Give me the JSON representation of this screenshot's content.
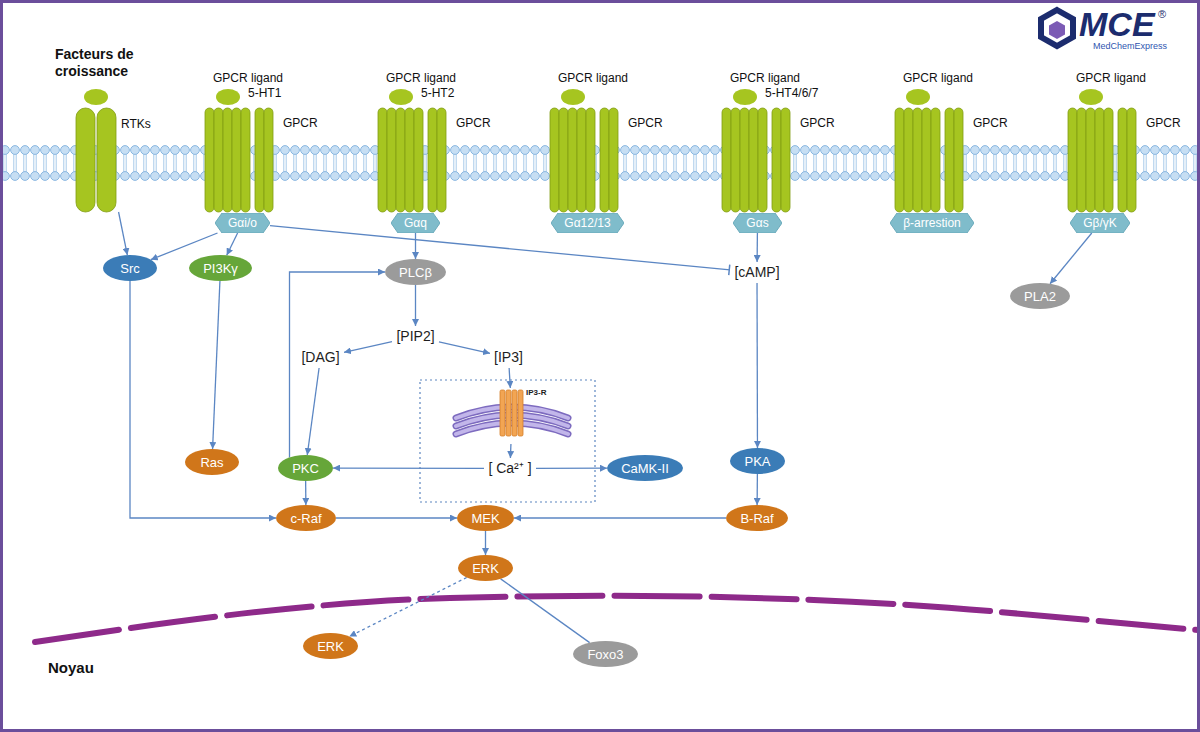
{
  "diagram": {
    "nodes": [
      {
        "text": [
          "Facteurs de croissance",
          "RTKs"
        ]
      },
      {
        "text": [
          "GPCR ligand",
          "5-HT1",
          "GPCR"
        ]
      },
      {
        "text": [
          "GPCR ligand",
          "5-HT2",
          "GPCR"
        ]
      },
      {
        "text": [
          "GPCR ligand",
          "GPCR"
        ]
      },
      {
        "text": [
          "GPCR ligand",
          "5-HT4/6/7",
          "GPCR"
        ]
      },
      {
        "text": [
          "GPCR ligand",
          "GPCR"
        ]
      },
      {
        "text": [
          "GPCR ligand",
          "GPCR"
        ]
      },
      {
        "text": [
          "Gαi/o"
        ]
      },
      {
        "text": [
          "Gαq"
        ]
      },
      {
        "text": [
          "Gα12/13"
        ]
      },
      {
        "text": [
          "Gαs"
        ]
      },
      {
        "text": [
          "β-arrestion"
        ]
      },
      {
        "text": [
          "Gβ/γK"
        ]
      },
      {
        "text": [
          "Src"
        ]
      },
      {
        "text": [
          "PI3Kγ"
        ]
      },
      {
        "text": [
          "PLCβ"
        ]
      },
      {
        "text": [
          "[cAMP]"
        ]
      },
      {
        "text": [
          "PLA2"
        ]
      },
      {
        "text": [
          "[PIP2]"
        ]
      },
      {
        "text": [
          "[DAG]"
        ]
      },
      {
        "text": [
          "[IP3]"
        ]
      },
      {
        "text": [
          "IP3-R"
        ]
      },
      {
        "text": [
          "Ras"
        ]
      },
      {
        "text": [
          "PKC"
        ]
      },
      {
        "text": [
          "[ Ca²⁺ ]"
        ]
      },
      {
        "text": [
          "CaMK-II"
        ]
      },
      {
        "text": [
          "PKA"
        ]
      },
      {
        "text": [
          "c-Raf"
        ]
      },
      {
        "text": [
          "MEK"
        ]
      },
      {
        "text": [
          "B-Raf"
        ]
      },
      {
        "text": [
          "ERK"
        ]
      },
      {
        "text": [
          "ERK"
        ]
      },
      {
        "text": [
          "Foxo3"
        ]
      }
    ],
    "edges": [
      {
        "from": 0,
        "to": 13,
        "arrow": "to"
      },
      {
        "from": 7,
        "to": 13,
        "arrow": "to"
      },
      {
        "from": 7,
        "to": 14,
        "arrow": "to"
      },
      {
        "from": 7,
        "to": 16,
        "arrow": "to"
      },
      {
        "from": 8,
        "to": 15,
        "arrow": "to"
      },
      {
        "from": 10,
        "to": 16,
        "arrow": "to"
      },
      {
        "from": 12,
        "to": 17,
        "arrow": "to"
      },
      {
        "from": 14,
        "to": 22,
        "arrow": "to"
      },
      {
        "from": 23,
        "to": 15,
        "arrow": "to"
      },
      {
        "from": 15,
        "to": 18,
        "arrow": "to"
      },
      {
        "from": 18,
        "to": 19,
        "arrow": "to"
      },
      {
        "from": 18,
        "to": 20,
        "arrow": "to"
      },
      {
        "from": 19,
        "to": 23,
        "arrow": "to"
      },
      {
        "from": 20,
        "to": 21,
        "arrow": "to"
      },
      {
        "from": 21,
        "to": 24,
        "arrow": "to"
      },
      {
        "from": 24,
        "to": 23,
        "arrow": "to"
      },
      {
        "from": 24,
        "to": 25,
        "arrow": "to"
      },
      {
        "from": 16,
        "to": 26,
        "arrow": "to"
      },
      {
        "from": 26,
        "to": 29,
        "arrow": "to"
      },
      {
        "from": 13,
        "to": 27,
        "arrow": "to"
      },
      {
        "from": 23,
        "to": 27,
        "arrow": "to"
      },
      {
        "from": 27,
        "to": 28,
        "arrow": "to"
      },
      {
        "from": 29,
        "to": 28,
        "arrow": "to"
      },
      {
        "from": 28,
        "to": 30,
        "arrow": "to"
      },
      {
        "from": 30,
        "to": 31,
        "arrow": "to"
      },
      {
        "from": 30,
        "to": 32,
        "arrow": "none"
      }
    ],
    "labels": [
      "MCE",
      "MedChemExpress",
      "®",
      "Noyau"
    ]
  }
}
